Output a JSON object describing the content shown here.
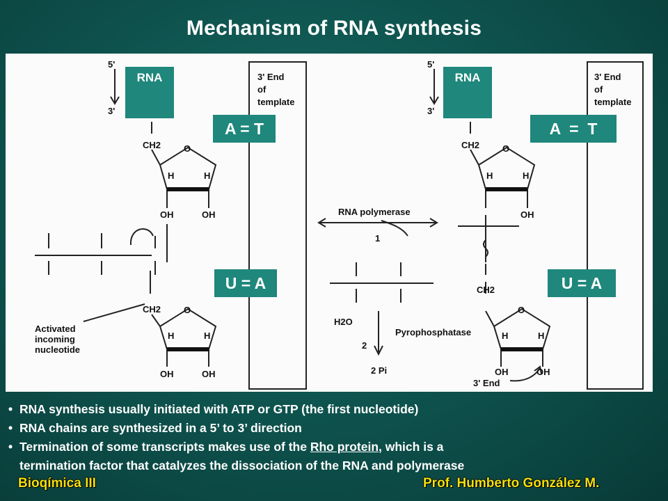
{
  "title": "Mechanism of RNA synthesis",
  "diagram": {
    "rna_label_left": "RNA",
    "rna_label_right": "RNA",
    "pair_top_left": "A = T",
    "pair_top_right": "A  =  T",
    "pair_bottom_left": "U = A",
    "pair_bottom_right": "U = A",
    "five_prime": "5'",
    "three_prime": "3'",
    "template_end": [
      "3' End",
      "of",
      "template"
    ],
    "ch2": "CH2",
    "h": "H",
    "oh": "OH",
    "o": "O",
    "activated_label": [
      "Activated",
      "incoming",
      "nucleotide"
    ],
    "rna_polymerase": "RNA polymerase",
    "pyrophosphatase": "Pyrophosphatase",
    "step1": "1",
    "step2": "2",
    "h2o": "H2O",
    "two_pi": "2 Pi",
    "three_end": "3' End"
  },
  "bullets": [
    "RNA synthesis usually initiated with ATP or GTP (the first nucleotide)",
    "RNA chains are synthesized in a 5’ to 3’ direction"
  ],
  "bullet3": {
    "pre": "Termination of some transcripts makes use of the ",
    "link": "Rho protein",
    "post": ", which is a",
    "cont": "termination factor that catalyzes the dissociation of the RNA and polymerase"
  },
  "footer": {
    "left": "Bioqímica III",
    "right": "Prof. Humberto González M."
  },
  "colors": {
    "background": "#0f5550",
    "accent": "#1f877b",
    "footer_text": "#f0e010"
  }
}
